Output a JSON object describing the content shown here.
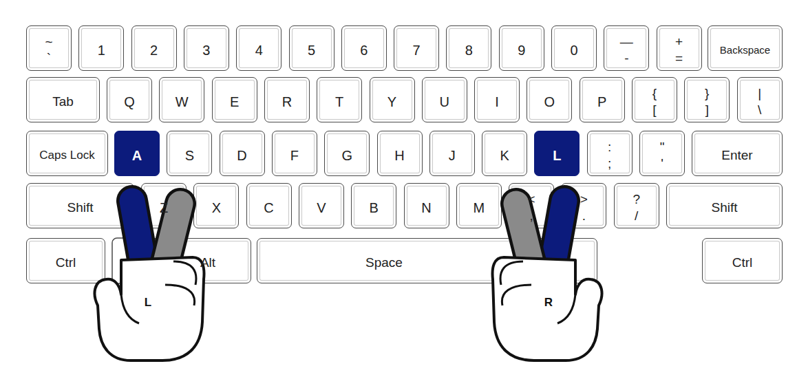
{
  "diagram": {
    "nodes": [
      {
        "text": [
          "~",
          "`"
        ]
      },
      {
        "text": [
          "1"
        ]
      },
      {
        "text": [
          "2"
        ]
      },
      {
        "text": [
          "3"
        ]
      },
      {
        "text": [
          "4"
        ]
      },
      {
        "text": [
          "5"
        ]
      },
      {
        "text": [
          "6"
        ]
      },
      {
        "text": [
          "7"
        ]
      },
      {
        "text": [
          "8"
        ]
      },
      {
        "text": [
          "9"
        ]
      },
      {
        "text": [
          "0"
        ]
      },
      {
        "text": [
          "—",
          "-"
        ]
      },
      {
        "text": [
          "+",
          "="
        ]
      },
      {
        "text": [
          "Backspace"
        ]
      },
      {
        "text": [
          "Tab"
        ]
      },
      {
        "text": [
          "Q"
        ]
      },
      {
        "text": [
          "W"
        ]
      },
      {
        "text": [
          "E"
        ]
      },
      {
        "text": [
          "R"
        ]
      },
      {
        "text": [
          "T"
        ]
      },
      {
        "text": [
          "Y"
        ]
      },
      {
        "text": [
          "U"
        ]
      },
      {
        "text": [
          "I"
        ]
      },
      {
        "text": [
          "O"
        ]
      },
      {
        "text": [
          "P"
        ]
      },
      {
        "text": [
          "{",
          "["
        ]
      },
      {
        "text": [
          "}",
          "]"
        ]
      },
      {
        "text": [
          "|",
          "\\"
        ]
      },
      {
        "text": [
          "Caps Lock"
        ]
      },
      {
        "text": [
          "A"
        ]
      },
      {
        "text": [
          "S"
        ]
      },
      {
        "text": [
          "D"
        ]
      },
      {
        "text": [
          "F"
        ]
      },
      {
        "text": [
          "G"
        ]
      },
      {
        "text": [
          "H"
        ]
      },
      {
        "text": [
          "J"
        ]
      },
      {
        "text": [
          "K"
        ]
      },
      {
        "text": [
          "L"
        ]
      },
      {
        "text": [
          ":",
          ";"
        ]
      },
      {
        "text": [
          "\"",
          "'"
        ]
      },
      {
        "text": [
          "Enter"
        ]
      },
      {
        "text": [
          "Shift"
        ]
      },
      {
        "text": [
          "Z"
        ]
      },
      {
        "text": [
          "X"
        ]
      },
      {
        "text": [
          "C"
        ]
      },
      {
        "text": [
          "V"
        ]
      },
      {
        "text": [
          "B"
        ]
      },
      {
        "text": [
          "N"
        ]
      },
      {
        "text": [
          "M"
        ]
      },
      {
        "text": [
          "<",
          ","
        ]
      },
      {
        "text": [
          ">",
          "."
        ]
      },
      {
        "text": [
          "?",
          "/"
        ]
      },
      {
        "text": [
          "Shift"
        ]
      },
      {
        "text": [
          "Ctrl"
        ]
      },
      {
        "text": [
          "Alt"
        ]
      },
      {
        "text": [
          "Space"
        ]
      },
      {
        "text": [
          "Ctrl"
        ]
      },
      {
        "text": [
          "L"
        ]
      },
      {
        "text": [
          "R"
        ]
      }
    ]
  }
}
